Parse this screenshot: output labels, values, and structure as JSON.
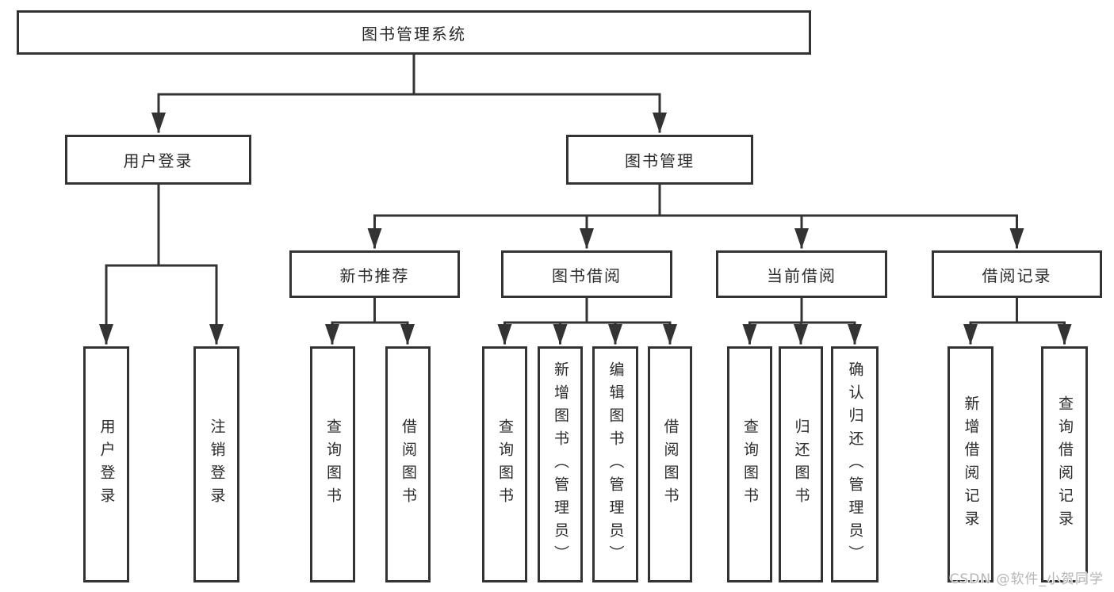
{
  "watermark": "CSDN @软件_小贺同学",
  "colors": {
    "line": "#333333",
    "box_border": "#333333",
    "box_background": "#ffffff",
    "text": "#2b2b2b",
    "watermark_text": "#b5b5b5"
  },
  "tree": {
    "root": {
      "label": "图书管理系统"
    },
    "children": [
      {
        "label": "用户登录",
        "children": [
          {
            "label": "用户登录"
          },
          {
            "label": "注销登录"
          }
        ]
      },
      {
        "label": "图书管理",
        "children": [
          {
            "label": "新书推荐",
            "children": [
              {
                "label": "查询图书"
              },
              {
                "label": "借阅图书"
              }
            ]
          },
          {
            "label": "图书借阅",
            "children": [
              {
                "label": "查询图书"
              },
              {
                "label": "新增图书（管理员）"
              },
              {
                "label": "编辑图书（管理员）"
              },
              {
                "label": "借阅图书"
              }
            ]
          },
          {
            "label": "当前借阅",
            "children": [
              {
                "label": "查询图书"
              },
              {
                "label": "归还图书"
              },
              {
                "label": "确认归还（管理员）"
              }
            ]
          },
          {
            "label": "借阅记录",
            "children": [
              {
                "label": "新增借阅记录"
              },
              {
                "label": "查询借阅记录"
              }
            ]
          }
        ]
      }
    ]
  }
}
